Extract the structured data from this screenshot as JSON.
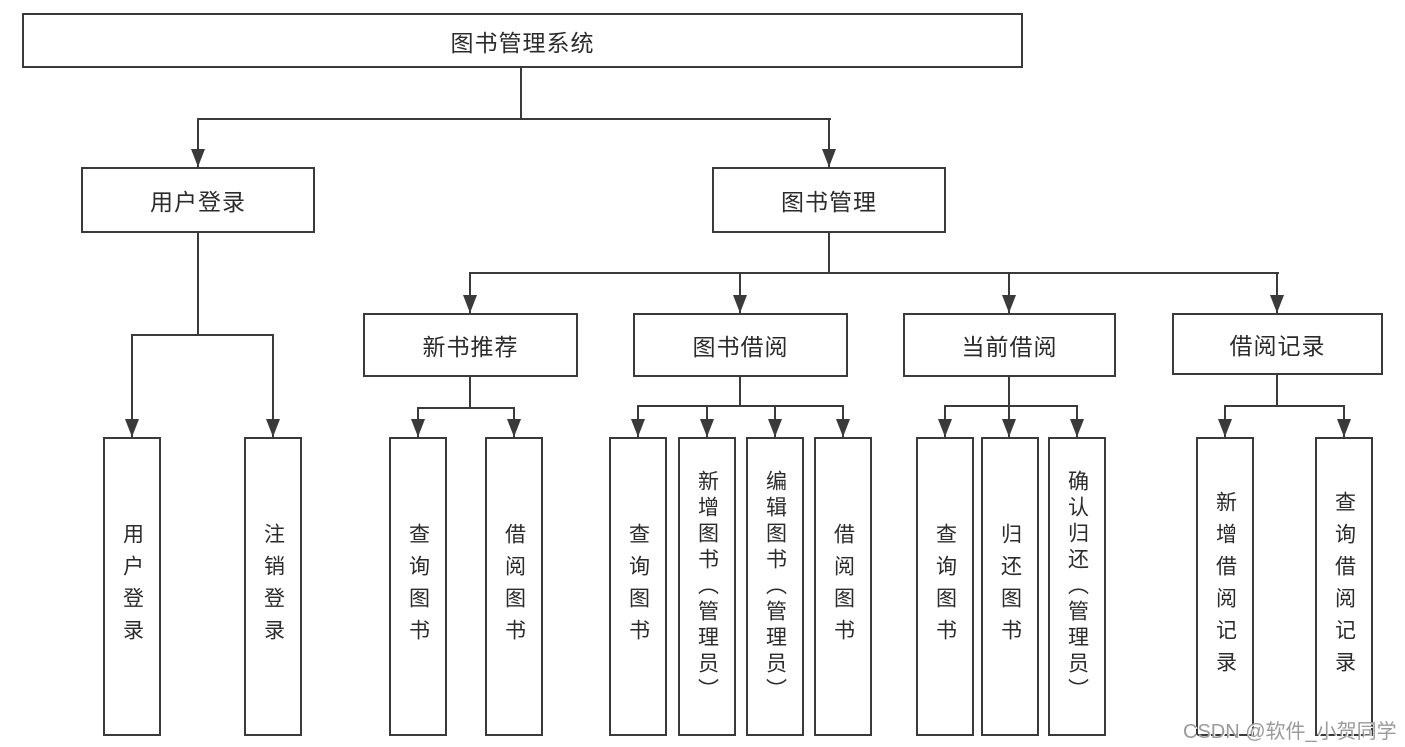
{
  "diagram": {
    "root": {
      "label": "图书管理系统"
    },
    "level1": [
      {
        "label": "用户登录"
      },
      {
        "label": "图书管理"
      }
    ],
    "level2": [
      {
        "label": "新书推荐"
      },
      {
        "label": "图书借阅"
      },
      {
        "label": "当前借阅"
      },
      {
        "label": "借阅记录"
      }
    ],
    "leaves": {
      "user_login": [
        "用户登录",
        "注销登录"
      ],
      "new_book": [
        "查询图书",
        "借阅图书"
      ],
      "book_borrow": [
        "查询图书",
        "新增图书（管理员）",
        "编辑图书（管理员）",
        "借阅图书"
      ],
      "current_borrow": [
        "查询图书",
        "归还图书",
        "确认归还（管理员）"
      ],
      "borrow_record": [
        "新增借阅记录",
        "查询借阅记录"
      ]
    }
  },
  "watermark": {
    "text": "CSDN @软件_小贺同学"
  },
  "colors": {
    "line": "#3a3a3a",
    "text": "#2b2b2b",
    "watermark": "#9a9a9a",
    "background": "#ffffff"
  }
}
